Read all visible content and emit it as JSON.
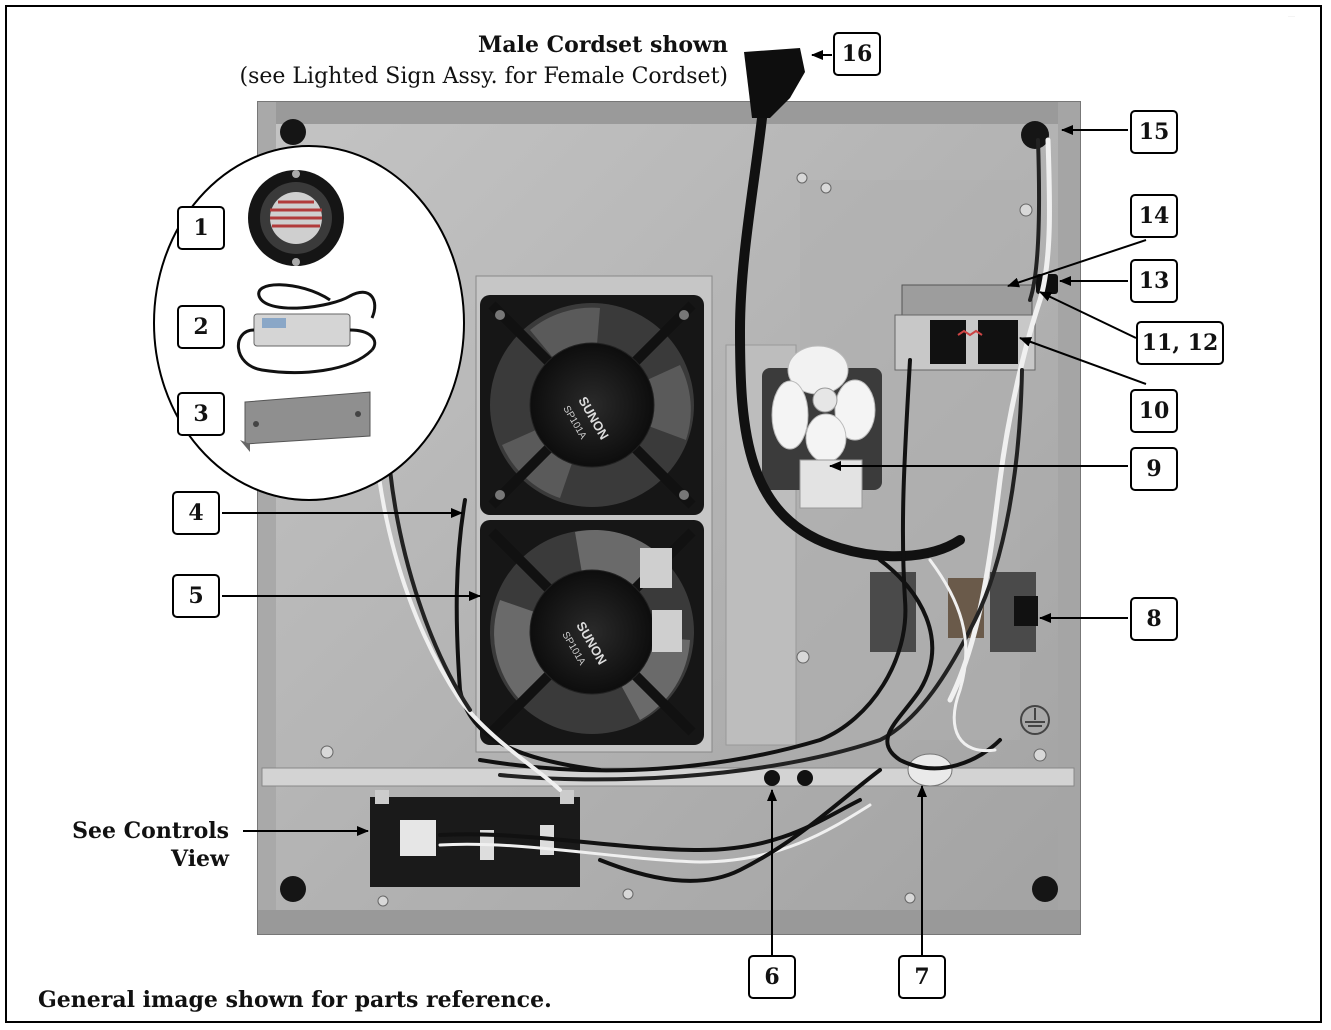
{
  "header": {
    "title": "Male Cordset shown",
    "subtitle": "(see Lighted Sign Assy. for Female Cordset)"
  },
  "footer_note": "General image shown for parts reference.",
  "side_label": {
    "line1": "See Controls",
    "line2": "View"
  },
  "callouts": [
    {
      "id": "1",
      "label": "1"
    },
    {
      "id": "2",
      "label": "2"
    },
    {
      "id": "3",
      "label": "3"
    },
    {
      "id": "4",
      "label": "4"
    },
    {
      "id": "5",
      "label": "5"
    },
    {
      "id": "6",
      "label": "6"
    },
    {
      "id": "7",
      "label": "7"
    },
    {
      "id": "8",
      "label": "8"
    },
    {
      "id": "9",
      "label": "9"
    },
    {
      "id": "10",
      "label": "10"
    },
    {
      "id": "11-12",
      "label": "11, 12"
    },
    {
      "id": "13",
      "label": "13"
    },
    {
      "id": "14",
      "label": "14"
    },
    {
      "id": "15",
      "label": "15"
    },
    {
      "id": "16",
      "label": "16"
    }
  ],
  "fan_labels": {
    "brand": "SUNON",
    "model": "SP101A"
  },
  "colors": {
    "panel": "#b9b9b9",
    "panel_dark": "#8e8e8e",
    "fan": "#1a1a1a",
    "cable": "#121212"
  }
}
